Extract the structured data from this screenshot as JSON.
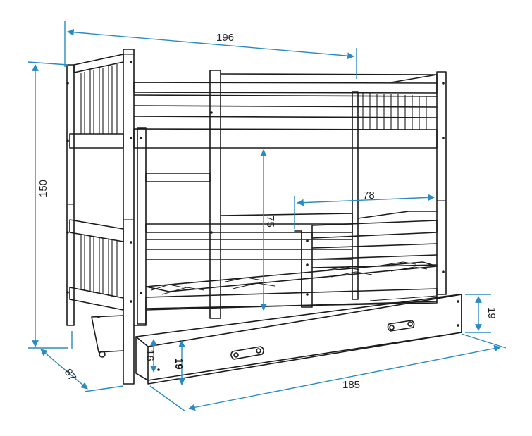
{
  "dimensions": {
    "length": "196",
    "height": "150",
    "depth": "87",
    "inner_height": "75",
    "guard_rail": "78",
    "drawer_length": "185",
    "drawer_height_side": "19",
    "drawer_front_height": "19",
    "drawer_clearance": "16"
  },
  "colors": {
    "line": "#1c1c1c",
    "dimension": "#2a8bc4",
    "background": "#ffffff"
  }
}
